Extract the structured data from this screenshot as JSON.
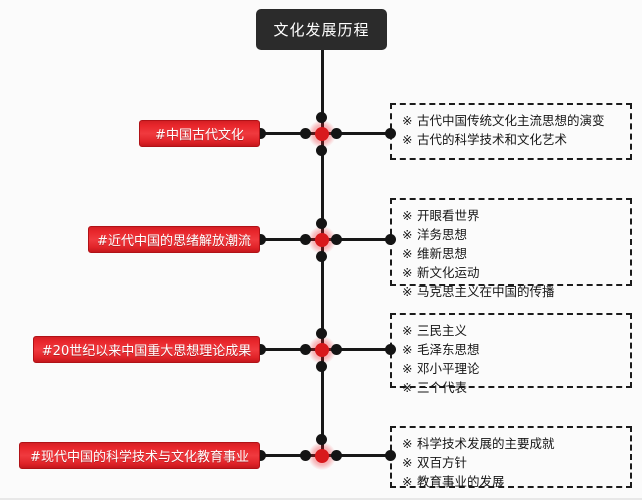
{
  "diagram": {
    "title": "文化发展历程",
    "background_color": "#fbfbfb",
    "title_color": "#2b2b2b",
    "accent_color": "#e8262b",
    "node_color": "#d8191c",
    "line_color": "#171717",
    "bullet_mark": "※"
  },
  "branches": [
    {
      "label": "#中国古代文化",
      "items": [
        "古代中国传统文化主流思想的演变",
        "古代的科学技术和文化艺术"
      ]
    },
    {
      "label": "#近代中国的思绪解放潮流",
      "items": [
        "开眼看世界",
        "洋务思想",
        "维新思想",
        "新文化运动",
        "马克思主义在中国的传播"
      ]
    },
    {
      "label": "#20世纪以来中国重大思想理论成果",
      "items": [
        "三民主义",
        "毛泽东思想",
        "邓小平理论",
        "三个代表"
      ]
    },
    {
      "label": "#现代中国的科学技术与文化教育事业",
      "items": [
        "科学技术发展的主要成就",
        "双百方针",
        "教育事业的发展"
      ]
    }
  ]
}
